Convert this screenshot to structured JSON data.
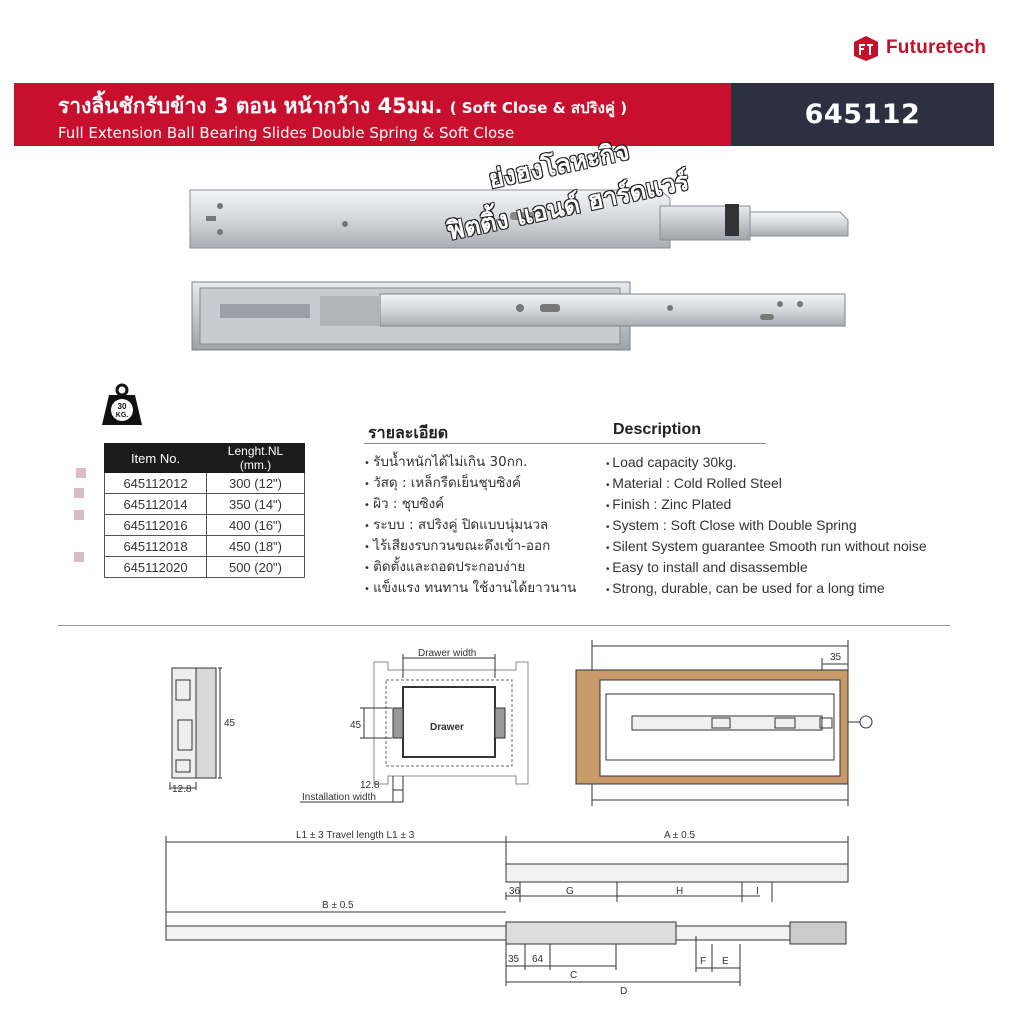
{
  "brand": {
    "name": "Futuretech",
    "color": "#c6102a"
  },
  "header": {
    "title_th_main": "รางลิ้นชักรับข้าง 3 ตอน หน้ากว้าง 45มม.",
    "title_th_suffix": "( Soft Close & สปริงคู่ )",
    "title_en": "Full Extension Ball Bearing Slides Double Spring & Soft Close",
    "product_code": "645112",
    "red": "#c8102e",
    "dark": "#2c3040"
  },
  "watermark": {
    "line1": "ย่งฮงโลหะกิจ",
    "line2": "ฟิตติ้ง แอนด์ ฮาร์ดแวร์"
  },
  "weight_badge": {
    "line1": "30",
    "line2": "KG."
  },
  "table": {
    "headers": [
      "Item No.",
      "Lenght.NL (mm.)"
    ],
    "rows": [
      [
        "645112012",
        "300 (12\")"
      ],
      [
        "645112014",
        "350 (14\")"
      ],
      [
        "645112016",
        "400 (16\")"
      ],
      [
        "645112018",
        "450 (18\")"
      ],
      [
        "645112020",
        "500 (20\")"
      ]
    ]
  },
  "description": {
    "heading_th": "รายละเอียด",
    "heading_en": "Description",
    "items_th": [
      "รับน้ำหนักได้ไม่เกิน 30กก.",
      "วัสดุ : เหล็กรีดเย็นชุบซิงค์",
      "ผิว : ชุบซิงค์",
      "ระบบ : สปริงคู่ ปิดแบบนุ่มนวล",
      "ไร้เสียงรบกวนขณะดึงเข้า-ออก",
      "ติดตั้งและถอดประกอบง่าย",
      "แข็งแรง ทนทาน ใช้งานได้ยาวนาน"
    ],
    "items_en": [
      "Load capacity 30kg.",
      "Material : Cold Rolled Steel",
      "Finish : Zinc Plated",
      "System : Soft Close with Double Spring",
      "Silent System guarantee Smooth run without noise",
      "Easy to install and disassemble",
      "Strong, durable, can be used for a long time"
    ]
  },
  "drawing": {
    "profile_height": "45",
    "profile_width": "12.8",
    "drawer_width": "Drawer width",
    "drawer": "Drawer",
    "drawer_45": "45",
    "drawer_128": "12.8",
    "installation_width": "Installation width",
    "cabinet_35": "35",
    "travel_label": "L1 ± 3  Travel length L1 ± 3",
    "a_label": "A ± 0.5",
    "b_label": "B ± 0.5",
    "d36": "36",
    "g": "G",
    "h": "H",
    "i": "I",
    "d35": "35",
    "d64": "64",
    "c": "C",
    "d": "D",
    "f": "F",
    "e": "E"
  }
}
